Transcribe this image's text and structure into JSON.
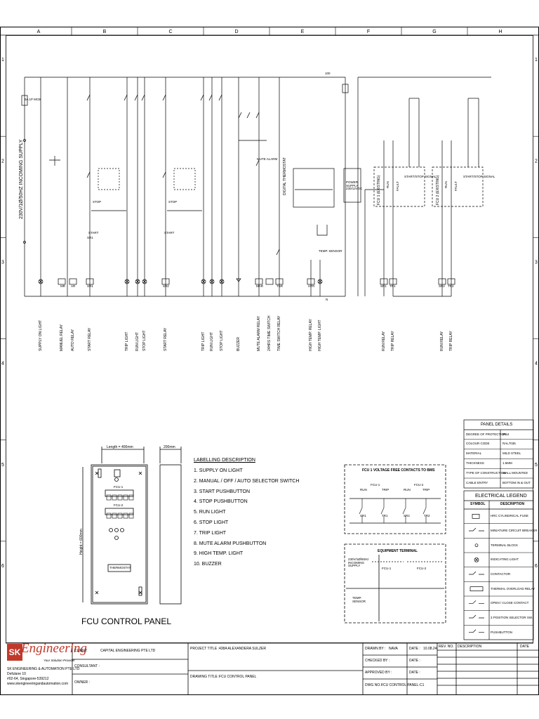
{
  "grid": {
    "columns": [
      "A",
      "B",
      "C",
      "D",
      "E",
      "F",
      "G",
      "H"
    ],
    "rows": [
      "1",
      "2",
      "3",
      "4",
      "5",
      "6"
    ]
  },
  "schematic": {
    "supply_label": "230V/1Ø/50HZ INCOMING SUPPLY",
    "mcb_label": "6A 1P MCB",
    "rail_number": "100",
    "bottom_rail_number": "N",
    "load_labels": [
      "SUPPLY ON LIGHT",
      "MANUEL RELAY",
      "AUTO RELAY",
      "START RELAY",
      "TRIP LIGHT",
      "RUN LIGHT",
      "STOP LIGHT",
      "START RELAY",
      "TRIP LIGHT",
      "RUN LIGHT",
      "STOP LIGHT",
      "BUZZER",
      "MUTE ALARM RELAY",
      "24HRS TIME SWITCH",
      "TIME SWITCH RELAY",
      "HIGH TEMP. RELAY",
      "HIGH TEMP. LIGHT",
      "RUN RELAY",
      "TRIP RELAY",
      "RUN RELAY",
      "TRIP RELAY"
    ],
    "device_tags": [
      "MR",
      "AR",
      "SR1",
      "SR1",
      "SR2",
      "MAR",
      "TSR",
      "HTR",
      "SR1",
      "TR1",
      "SR2",
      "TR2"
    ],
    "stop_label": "STOP",
    "start_label": "START",
    "mute_label": "MUTE ALARM",
    "thermostat_label": "DIGITAL THERMOSTAT",
    "temp_sensor_label": "TEMP. SENSOR",
    "power_supply_label": "POWER SUPPLY 230/12VDC",
    "fcu1_label": "FCU 1 (EXISTING)",
    "fcu2_label": "FCU 2 (EXISTING)",
    "start_stop_signal": "START/STOP SIGNAL",
    "run_label": "RUN",
    "fault_label": "FAULT"
  },
  "panel_drawing": {
    "length_label": "Length = 400mm",
    "depth_label": "200mm",
    "height_label": "Height = 600mm",
    "title": "FCU CONTROL PANEL",
    "fcu1": "FCU-1",
    "fcu2": "FCU-2",
    "thermostat": "THERMOSTAT"
  },
  "labelling": {
    "title": "LABELLING DESCRIPTION",
    "items": [
      "1.  SUPPLY ON LIGHT",
      "2.  MANUAL / OFF / AUTO  SELECTOR SWITCH",
      "3.  START PUSHBUTTON",
      "4.  STOP PUSHBUTTON",
      "5.  RUN LIGHT",
      "6.  STOP LIGHT",
      "7.  TRIP LIGHT",
      "8.  MUTE ALARM PUSHBUTTON",
      "9.  HIGH TEMP. LIGHT",
      "10. BUZZER"
    ]
  },
  "bms": {
    "title": "FCU 1 VOLTAGE FREE CONTACTS TO BMS",
    "groups": [
      "FCU-1",
      "FCU-2"
    ],
    "run": "RUN",
    "trip": "TRIP",
    "contacts": [
      "SR1",
      "TR1",
      "SR2",
      "TR2"
    ]
  },
  "equipment": {
    "title": "EQUIPMENT TERMINAL",
    "supply": "230V/1Ø/50Hz INCOMING SUPPLY",
    "fcu1": "FCU-1",
    "fcu2": "FCU-2",
    "sensor": "TEMP. SENSOR"
  },
  "panel_details": {
    "title": "PANEL DETAILS",
    "rows": [
      [
        "DEGREE OF PROTECTION",
        "IP54"
      ],
      [
        "COLOUR CODE",
        "RAL7035"
      ],
      [
        "MATERIAL",
        "MILD STEEL"
      ],
      [
        "THICKNESS",
        "1.5MM"
      ],
      [
        "TYPE OF CONSTRUCTION",
        "WALL MOUNTED"
      ],
      [
        "CABLE ENTRY",
        "BOTTOM IN & OUT"
      ]
    ]
  },
  "legend": {
    "title": "ELECTRICAL LEGEND",
    "col_symbol": "SYMBOL",
    "col_desc": "DESCRIPTION",
    "items": [
      "HRC CYLINDRICAL FUSE",
      "MINIATURE CIRCUIT BREAKER",
      "TERMINAL BLOCK",
      "INDICATING LIGHT",
      "CONTACTOR",
      "THERMAL OVERLOAD RELAY",
      "OPEN / CLOSE CONTACT",
      "3 POSITION SELECTOR SW.",
      "PUSHBUTTON"
    ]
  },
  "title_block": {
    "logo_sk": "SK",
    "logo_word": "Engineering",
    "tagline": "Your Solution Provider",
    "company": "SK ENGINEERING & AUTOMATION PTE LTD",
    "address1": "Defulane 10",
    "address2": "#02-64, Singapore-539212",
    "website": "www.skengineeringandautomation.com",
    "client_label": "CLIENT:",
    "client_value": "CAPITAL ENGINEERING PTE LTD",
    "consultant_label": "CONSULTANT :",
    "owner_label": "OWNER :",
    "project_label": "PROJECT TITLE :",
    "project_value": "438A ALEXANDERA SULZER",
    "drawing_label": "DRAWING TITLE :",
    "drawing_value": "FCU CONTROL PANEL",
    "drawn_label": "DRAWN BY :",
    "drawn_value": "NAVA",
    "checked_label": "CHECKED BY :",
    "approved_label": "APPROVED BY :",
    "dwg_label": "DWG NO. :",
    "dwg_value": "FCU CONTROL PANEL-C1",
    "date_label": "DATE :",
    "date_value": "10.08.24",
    "rev_label": "REV. NO.",
    "desc_label": "DESCRIPTION",
    "date_col_label": "DATE"
  }
}
